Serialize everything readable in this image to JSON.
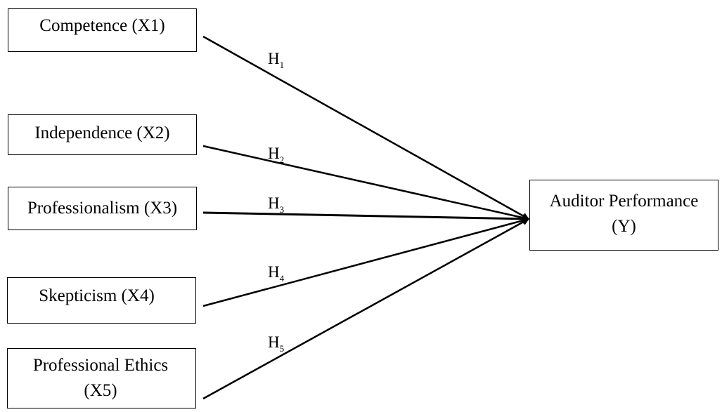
{
  "diagram": {
    "independent_variables": [
      {
        "id": "x1",
        "label": "Competence (X1)"
      },
      {
        "id": "x2",
        "label": "Independence (X2)"
      },
      {
        "id": "x3",
        "label": "Professionalism (X3)"
      },
      {
        "id": "x4",
        "label": "Skepticism (X4)"
      },
      {
        "id": "x5",
        "label": "Professional Ethics\n(X5)"
      }
    ],
    "dependent_variable": {
      "id": "y",
      "label": "Auditor Performance\n(Y)"
    },
    "hypotheses": [
      {
        "from": "x1",
        "to": "y",
        "letter": "H",
        "index": "1"
      },
      {
        "from": "x2",
        "to": "y",
        "letter": "H",
        "index": "2"
      },
      {
        "from": "x3",
        "to": "y",
        "letter": "H",
        "index": "3"
      },
      {
        "from": "x4",
        "to": "y",
        "letter": "H",
        "index": "4"
      },
      {
        "from": "x5",
        "to": "y",
        "letter": "H",
        "index": "5"
      }
    ]
  }
}
